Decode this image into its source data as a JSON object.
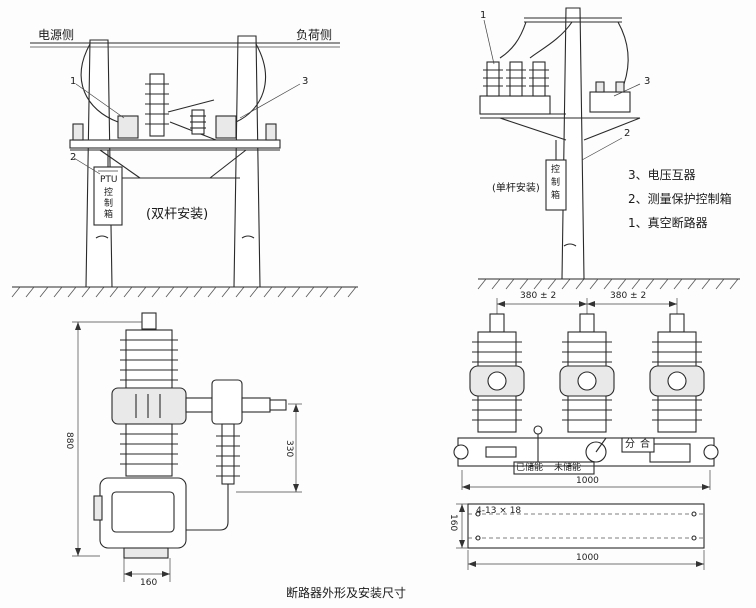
{
  "top_left": {
    "source_side_label": "电源侧",
    "load_side_label": "负荷侧",
    "callout_1": "1",
    "callout_2": "2",
    "callout_3": "3",
    "control_box_line1": "PTU",
    "control_box_line2": "控",
    "control_box_line3": "制",
    "control_box_line4": "箱",
    "install_caption": "(双杆安装)"
  },
  "top_right": {
    "callout_1": "1",
    "callout_2": "2",
    "callout_3": "3",
    "control_box_line1": "控",
    "control_box_line2": "制",
    "control_box_line3": "箱",
    "install_caption": "(单杆安装)"
  },
  "legend": {
    "items": [
      "3、电压互器",
      "2、测量保护控制箱",
      "1、真空断路器"
    ]
  },
  "side_view": {
    "dim_height": "880",
    "dim_right": "330",
    "dim_bottom": "160"
  },
  "front_view": {
    "dim_spacing_left": "380 ± 2",
    "dim_spacing_right": "380 ± 2",
    "dim_width_upper": "1000",
    "dim_width_lower": "1000",
    "dim_side": "160",
    "hole_spec": "4-13 × 18",
    "panel_label_1": "已储能",
    "panel_label_2": "未储能",
    "switch_label_1": "分",
    "switch_label_2": "合"
  },
  "footer": {
    "caption": "断路器外形及安装尺寸"
  }
}
